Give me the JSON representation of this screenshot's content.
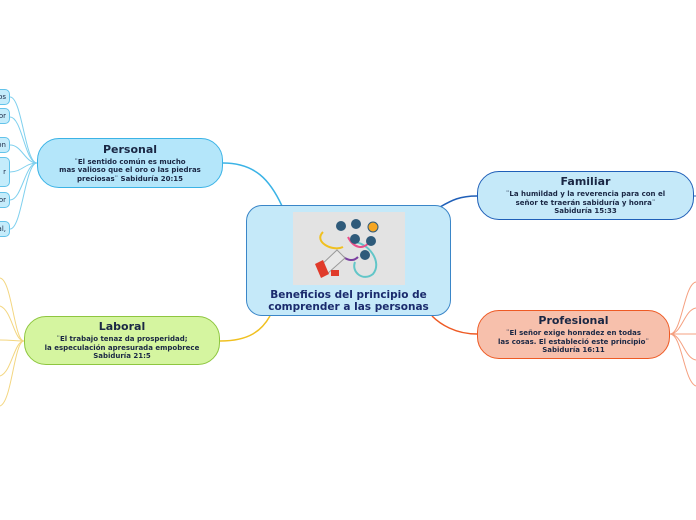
{
  "center": {
    "title": "Beneficios del principio de\ncomprender a las personas",
    "image": "megaphone-with-people-icons"
  },
  "branches": {
    "personal": {
      "title": "Personal",
      "body": "¨El sentido común es mucho\nmas valioso que el oro o las piedras\npreciosas¨ Sabiduría 20:15"
    },
    "familiar": {
      "title": "Familiar",
      "body": "¨La humildad y la reverencia para con el\nseñor te traerán sabiduría y honra¨\nSabiduría 15:33"
    },
    "laboral": {
      "title": "Laboral",
      "body": "¨El trabajo tenaz da prosperidad;\nla especulación apresurada empobrece\nSabiduría 21:5"
    },
    "profesional": {
      "title": "Profesional",
      "body": "¨El señor exige honradez en todas\nlas cosas. El estableció este principio¨\nSabiduría 16:11"
    }
  },
  "leaves_left": [
    "os",
    "or",
    "on",
    "r",
    "or",
    "al,"
  ],
  "colors": {
    "personal": "#3bb3e6",
    "familiar": "#1f5fb8",
    "laboral": "#f0c020",
    "profesional": "#ee5a24"
  }
}
